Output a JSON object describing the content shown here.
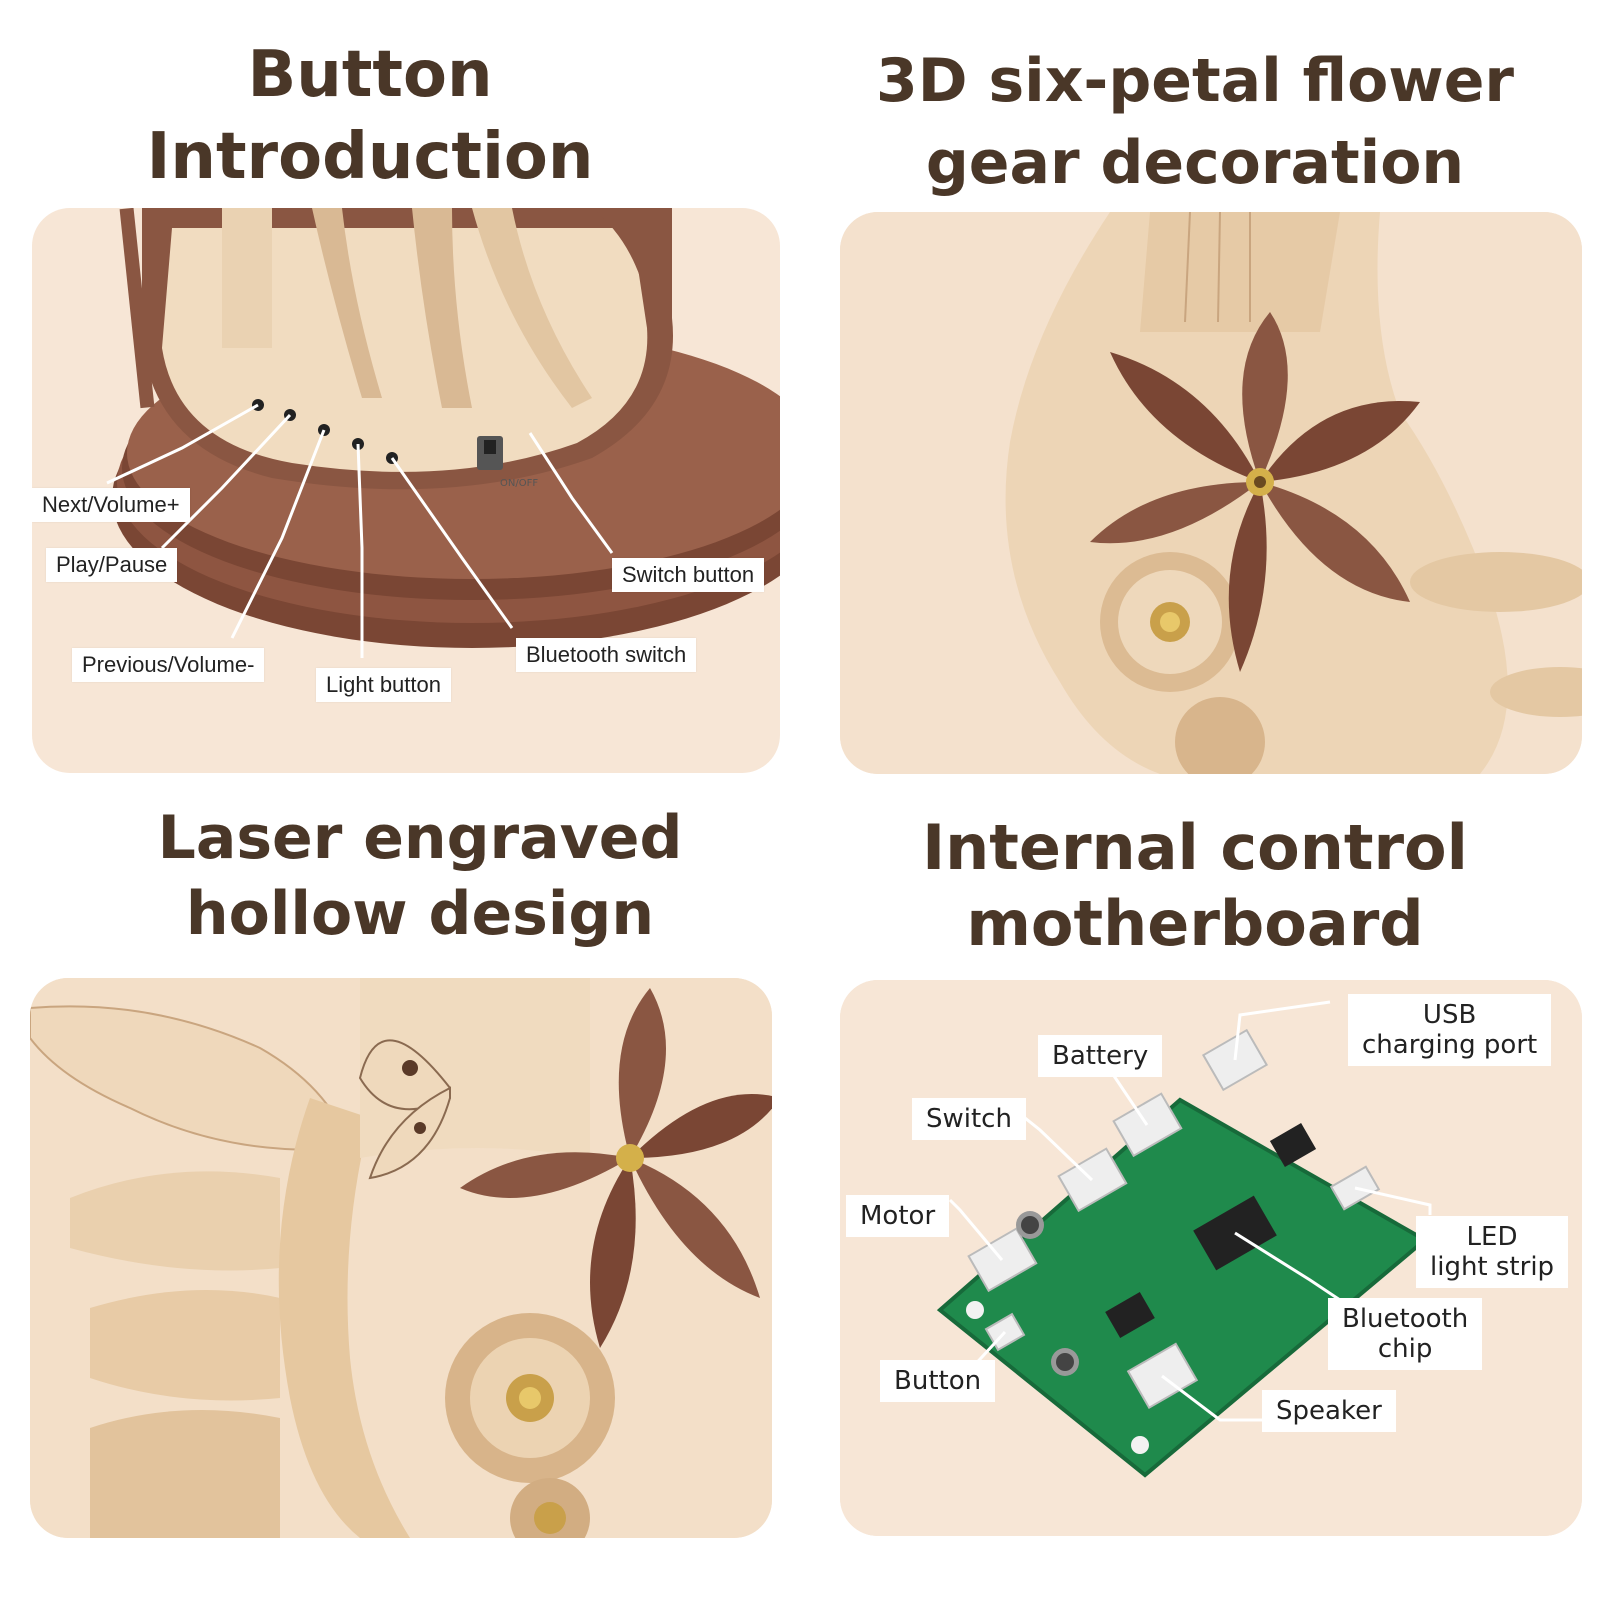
{
  "sections": {
    "buttons": {
      "title_line1": "Button",
      "title_line2": "Introduction",
      "labels": {
        "next": "Next/Volume+",
        "play": "Play/Pause",
        "previous": "Previous/Volume-",
        "light": "Light button",
        "bluetooth": "Bluetooth switch",
        "switch": "Switch button"
      },
      "panel_text": {
        "onoff": "ON/OFF"
      }
    },
    "flower": {
      "title_line1": "3D six-petal flower",
      "title_line2": "gear decoration"
    },
    "laser": {
      "title_line1": "Laser engraved",
      "title_line2": "hollow design"
    },
    "board": {
      "title_line1": "Internal control",
      "title_line2": "motherboard",
      "labels": {
        "usb_line1": "USB",
        "usb_line2": "charging port",
        "battery": "Battery",
        "switch": "Switch",
        "motor": "Motor",
        "led_line1": "LED",
        "led_line2": "light strip",
        "bt_line1": "Bluetooth",
        "bt_line2": "chip",
        "button": "Button",
        "speaker": "Speaker"
      }
    }
  },
  "colors": {
    "heading": "#4a3728",
    "panel_bg": "#f7e6d6",
    "wood_light": "#ecd3b4",
    "wood_dark": "#8a5642",
    "pcb_green": "#1f8a4c"
  }
}
